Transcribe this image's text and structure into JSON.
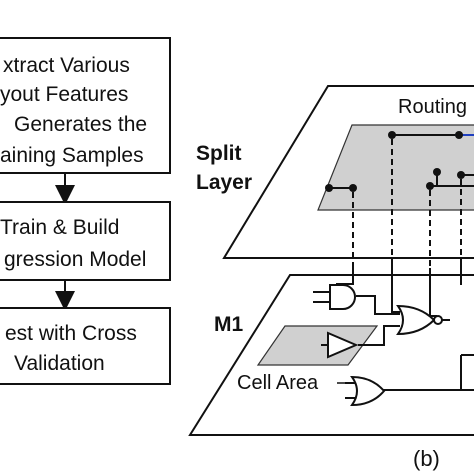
{
  "flowchart": {
    "step1": [
      "xtract Various",
      "yout Features",
      "Generates the",
      "aining Samples"
    ],
    "step2": [
      "Train & Build",
      "gression Model"
    ],
    "step3": [
      "est with Cross",
      "Validation"
    ]
  },
  "layers": {
    "split_label_1": "Split",
    "split_label_2": "Layer",
    "routing_label": "Routing",
    "m1_label": "M1",
    "cell_area_label": "Cell Area"
  },
  "panel_label": "(b)",
  "colors": {
    "layer_fill": "#d0d0d0",
    "line": "#111111",
    "blue_segment": "#1f3fbf"
  }
}
